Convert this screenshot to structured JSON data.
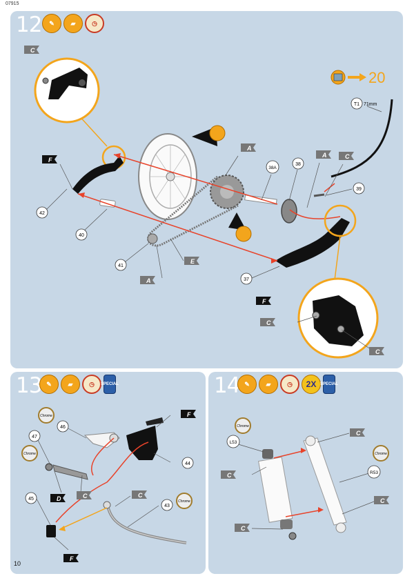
{
  "header": {
    "product_code": "07915",
    "page_number": "10"
  },
  "step12": {
    "number": "12",
    "icons": [
      "knife-icon",
      "file-icon",
      "clock-icon"
    ],
    "goto": {
      "arrow_icon": "goto-arrow-icon",
      "target": "20"
    },
    "tube_label": "T1",
    "tube_length": "71mm",
    "parts": [
      "42",
      "40",
      "41",
      "38A",
      "38",
      "39",
      "37"
    ],
    "flags": [
      "C",
      "F",
      "A",
      "A",
      "C",
      "E",
      "A",
      "F",
      "C",
      "C"
    ]
  },
  "step13": {
    "number": "13",
    "icons": [
      "knife-icon",
      "file-icon",
      "clock-icon",
      "paint-can-icon"
    ],
    "paint_can_text": "SPECIAL",
    "chrome_label": "Chrome",
    "parts": [
      "46",
      "47",
      "44",
      "45",
      "43"
    ],
    "flags": [
      "F",
      "C",
      "D",
      "C",
      "F"
    ]
  },
  "step14": {
    "number": "14",
    "icons": [
      "knife-icon",
      "file-icon",
      "clock-icon",
      "times-two-icon",
      "paint-can-icon"
    ],
    "times_two": "2X",
    "paint_can_text": "SPECIAL",
    "chrome_label": "Chrome",
    "parts": [
      "L53",
      "R53"
    ],
    "flags": [
      "C",
      "C",
      "C",
      "C"
    ]
  },
  "colors": {
    "panel": "#c7d7e6",
    "accent_orange": "#f3a51c",
    "arrow_red": "#e8432a"
  }
}
